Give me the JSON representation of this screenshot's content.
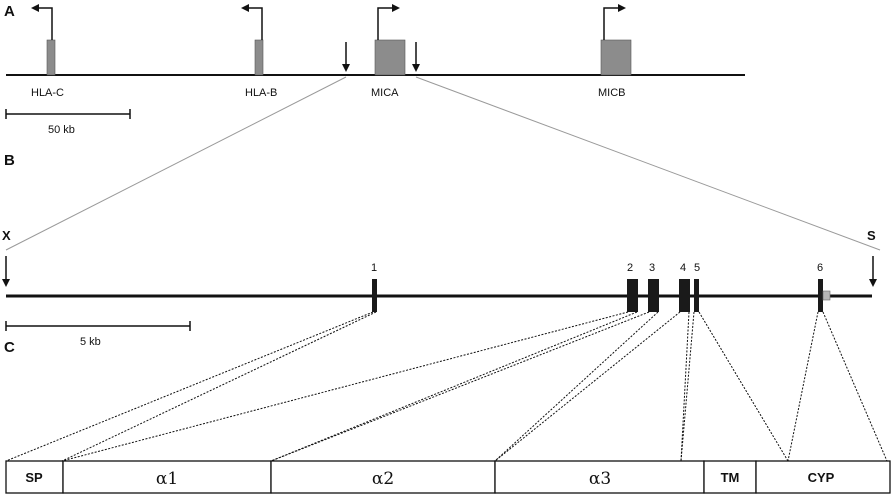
{
  "panels": {
    "a": "A",
    "b": "B",
    "c": "C"
  },
  "panel_a": {
    "genes": [
      {
        "name": "HLA-C",
        "direction": "left"
      },
      {
        "name": "HLA-B",
        "direction": "left"
      },
      {
        "name": "MICA",
        "direction": "right"
      },
      {
        "name": "MICB",
        "direction": "right"
      }
    ],
    "scale_label": "50 kb"
  },
  "panel_b": {
    "left_site": "X",
    "right_site": "S",
    "exons": [
      "1",
      "2",
      "3",
      "4",
      "5",
      "6"
    ],
    "scale_label": "5 kb"
  },
  "panel_c": {
    "domains": [
      "SP",
      "α1",
      "α2",
      "α3",
      "TM",
      "CYP"
    ]
  },
  "colors": {
    "line": "#111111",
    "gene_box": "#8c8c8c",
    "exon": "#1a1a1a",
    "utr_box": "#b5b5b5",
    "zoom_line": "#9a9a9a"
  }
}
